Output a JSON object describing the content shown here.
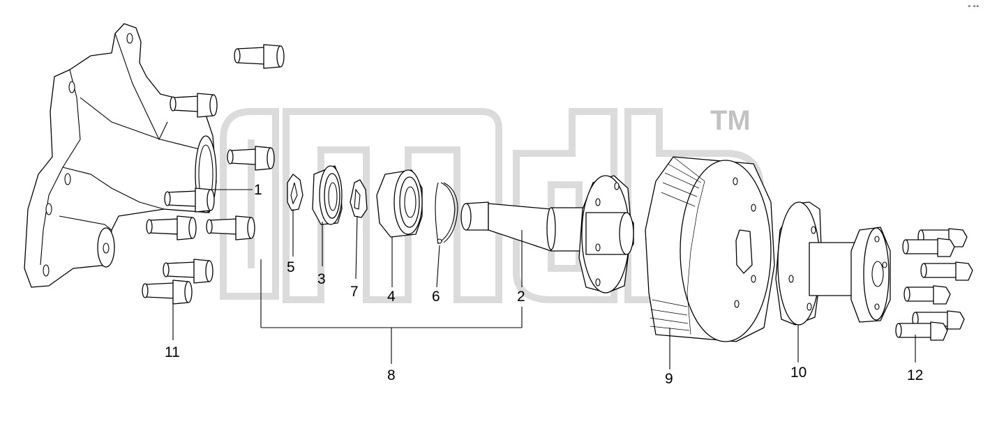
{
  "diagram": {
    "watermark": {
      "trademark": "TM"
    },
    "callouts": [
      {
        "id": "c1",
        "label": "1"
      },
      {
        "id": "c2",
        "label": "2"
      },
      {
        "id": "c3",
        "label": "3"
      },
      {
        "id": "c4",
        "label": "4"
      },
      {
        "id": "c5",
        "label": "5"
      },
      {
        "id": "c6",
        "label": "6"
      },
      {
        "id": "c7",
        "label": "7"
      },
      {
        "id": "c8",
        "label": "8"
      },
      {
        "id": "c9",
        "label": "9"
      },
      {
        "id": "c10",
        "label": "10"
      },
      {
        "id": "c11",
        "label": "11"
      },
      {
        "id": "c12",
        "label": "12"
      }
    ]
  }
}
